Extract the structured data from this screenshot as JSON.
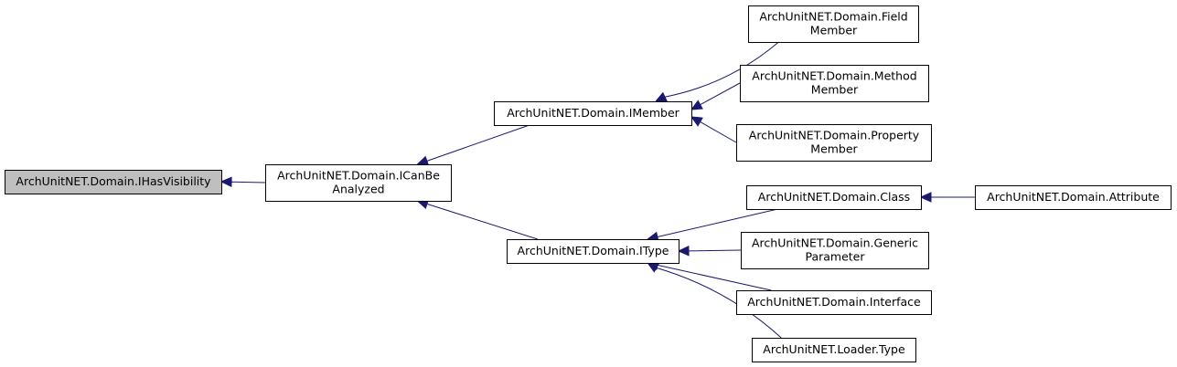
{
  "diagram": {
    "nodes": [
      {
        "id": "ihasvisibility",
        "lines": [
          "ArchUnitNET.Domain.IHasVisibility"
        ],
        "highlight": true
      },
      {
        "id": "icanbeanalyzed",
        "lines": [
          "ArchUnitNET.Domain.ICanBe",
          "Analyzed"
        ]
      },
      {
        "id": "imember",
        "lines": [
          "ArchUnitNET.Domain.IMember"
        ]
      },
      {
        "id": "itype",
        "lines": [
          "ArchUnitNET.Domain.IType"
        ]
      },
      {
        "id": "fieldmember",
        "lines": [
          "ArchUnitNET.Domain.Field",
          "Member"
        ]
      },
      {
        "id": "methodmember",
        "lines": [
          "ArchUnitNET.Domain.Method",
          "Member"
        ]
      },
      {
        "id": "propertymember",
        "lines": [
          "ArchUnitNET.Domain.Property",
          "Member"
        ]
      },
      {
        "id": "class",
        "lines": [
          "ArchUnitNET.Domain.Class"
        ]
      },
      {
        "id": "genericparameter",
        "lines": [
          "ArchUnitNET.Domain.Generic",
          "Parameter"
        ]
      },
      {
        "id": "interface",
        "lines": [
          "ArchUnitNET.Domain.Interface"
        ]
      },
      {
        "id": "loadertype",
        "lines": [
          "ArchUnitNET.Loader.Type"
        ]
      },
      {
        "id": "attribute",
        "lines": [
          "ArchUnitNET.Domain.Attribute"
        ]
      }
    ],
    "edges": [
      {
        "from": "icanbeanalyzed",
        "to": "ihasvisibility"
      },
      {
        "from": "imember",
        "to": "icanbeanalyzed"
      },
      {
        "from": "itype",
        "to": "icanbeanalyzed"
      },
      {
        "from": "fieldmember",
        "to": "imember"
      },
      {
        "from": "methodmember",
        "to": "imember"
      },
      {
        "from": "propertymember",
        "to": "imember"
      },
      {
        "from": "class",
        "to": "itype"
      },
      {
        "from": "genericparameter",
        "to": "itype"
      },
      {
        "from": "interface",
        "to": "itype"
      },
      {
        "from": "loadertype",
        "to": "itype"
      },
      {
        "from": "attribute",
        "to": "class"
      }
    ],
    "colors": {
      "edge": "#191970",
      "highlight_fill": "#bfbfbf",
      "box_border": "#000000"
    }
  }
}
